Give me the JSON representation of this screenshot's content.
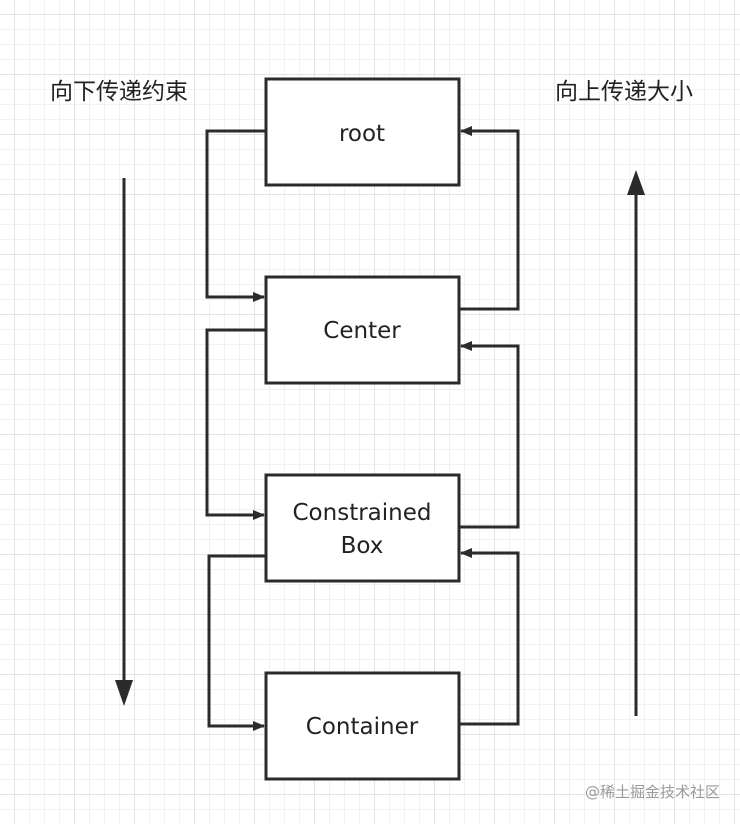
{
  "labels": {
    "left": "向下传递约束",
    "right": "向上传递大小"
  },
  "nodes": [
    {
      "id": "root",
      "lines": [
        "root"
      ]
    },
    {
      "id": "center",
      "lines": [
        "Center"
      ]
    },
    {
      "id": "constrained-box",
      "lines": [
        "Constrained",
        "Box"
      ]
    },
    {
      "id": "container",
      "lines": [
        "Container"
      ]
    }
  ],
  "watermark": "@稀土掘金技术社区",
  "colors": {
    "stroke": "#2b2b2b",
    "text": "#222222"
  }
}
